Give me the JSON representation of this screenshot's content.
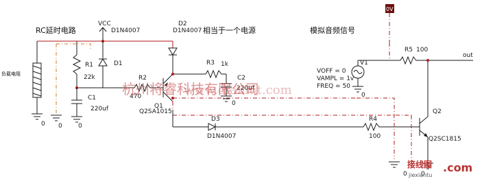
{
  "titles": {
    "rc_delay": "RC延时电路",
    "power_source": "相当于一个电源",
    "analog_signal": "模拟音频信号",
    "load_resistor": "负载电阻"
  },
  "labels": {
    "vcc": "VCC",
    "zero_v_marker": "0V",
    "d1_part": "D1N4007",
    "d1": "D1",
    "d2": "D2",
    "d2_part": "D1N4007",
    "d3": "D3",
    "d3_part": "D1N4007",
    "r1": "R1",
    "r1_val": "22k",
    "r2": "R2",
    "r2_val": "470",
    "r3": "R3",
    "r3_val": "1k",
    "r4": "R4",
    "r4_val": "100",
    "r5": "R5",
    "r5_val": "100",
    "c1": "C1",
    "c1_val": "220uf",
    "c2": "C2",
    "c2_val": "220uf",
    "q1": "Q1",
    "q1_part": "Q2SA1015",
    "q2": "Q2",
    "q2_part": "Q2SC1815",
    "v1": "V1",
    "voff": "VOFF = 0",
    "vampl": "VAMPL = 1v",
    "freq": "FREQ = 50",
    "out": "out",
    "gnd": "0"
  },
  "watermark": {
    "text": "杭州将睿科技有限公司",
    "url": "www.dianlut.com",
    "logo_cn": "接线图",
    "logo_com": ".com",
    "logo_sub": "jiexiantu"
  },
  "colors": {
    "wire": "#1a1a1a",
    "net_red": "#b21818",
    "net_orange": "#d27a2a",
    "marker_bg": "#6b0f0f"
  }
}
